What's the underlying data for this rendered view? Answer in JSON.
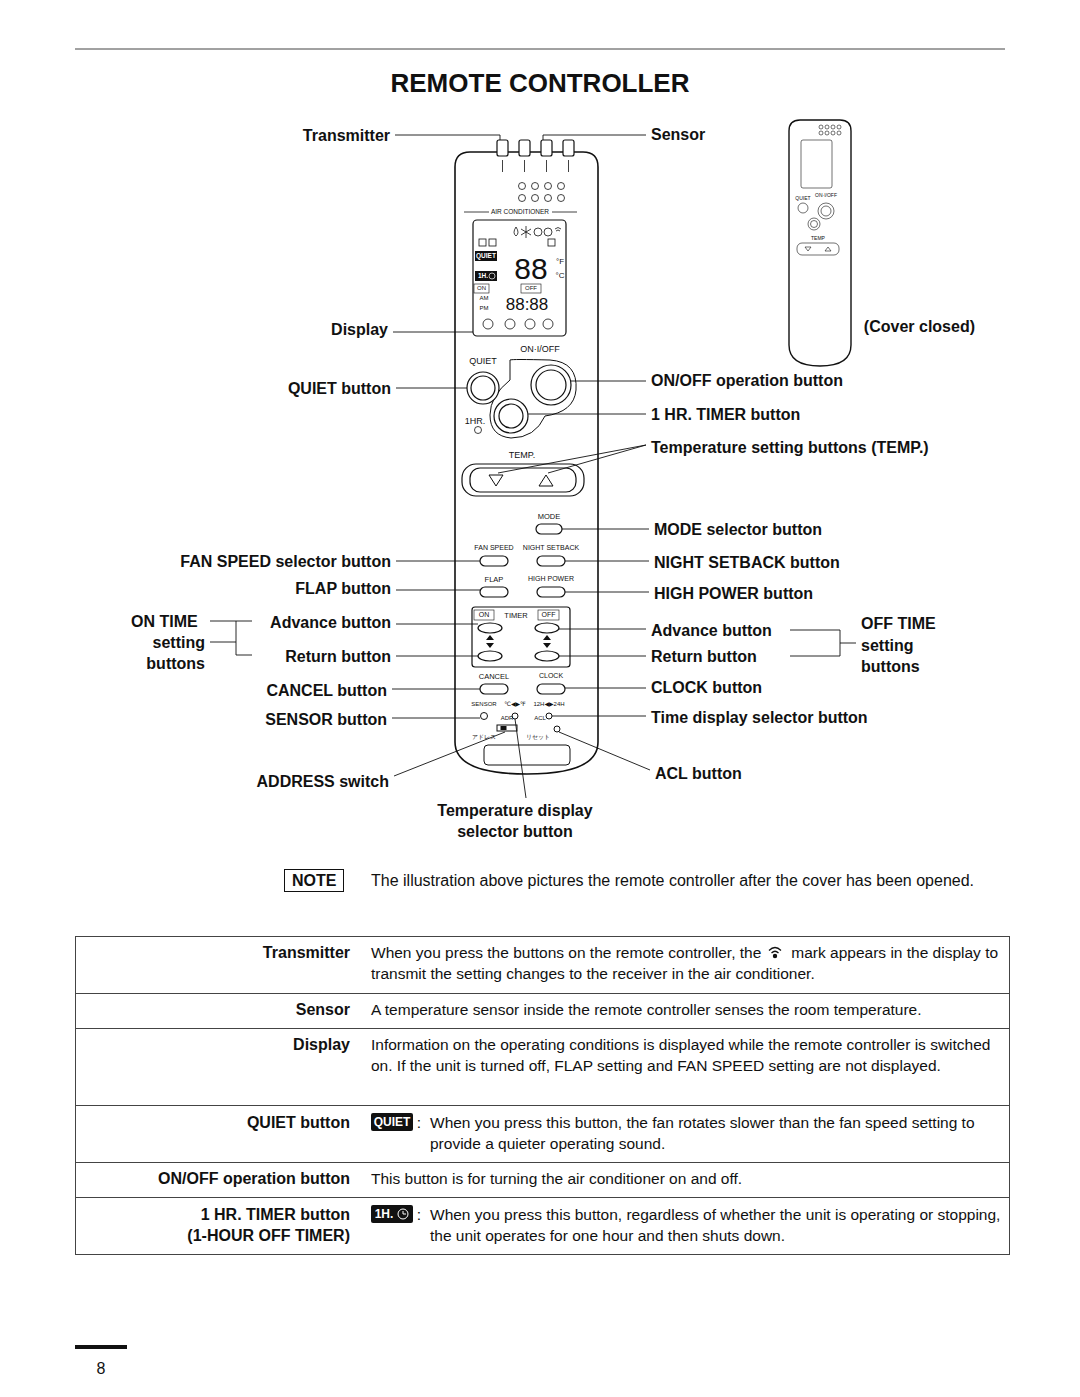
{
  "diagram": {
    "title": "REMOTE CONTROLLER",
    "nodes": [
      {
        "text": [
          "NOTE"
        ]
      }
    ],
    "labels": [
      "Transmitter",
      "Sensor",
      "Display",
      "(Cover closed)",
      "QUIET button",
      "ON/OFF operation button",
      "1 HR. TIMER button",
      "Temperature setting buttons (TEMP.)",
      "MODE selector button",
      "FAN SPEED selector button",
      "NIGHT SETBACK button",
      "FLAP button",
      "HIGH POWER button",
      "ON TIME",
      "setting",
      "buttons",
      "Advance button",
      "Return button",
      "Advance button",
      "Return button",
      "OFF TIME",
      "setting",
      "buttons",
      "CANCEL button",
      "CLOCK button",
      "SENSOR button",
      "Time display selector button",
      "ADDRESS switch",
      "ACL button",
      "Temperature display selector button",
      "The illustration above pictures the remote controller after the cover has been opened.",
      "Transmitter",
      "When you press the buttons on the remote controller, the",
      "mark appears in the display to transmit the setting changes to the receiver in the air conditioner.",
      "Sensor",
      "A temperature sensor inside the remote controller senses the room temperature.",
      "Display",
      "Information on the operating conditions is displayed while the remote controller is switched on. If the unit is turned off, FLAP setting and FAN SPEED setting are not displayed.",
      "QUIET button",
      "QUIET",
      ":",
      "When you press this button, the fan rotates slower than the fan speed setting to provide a quieter operating sound.",
      "ON/OFF operation button",
      "This button is for turning the air conditioner on and off.",
      "1 HR. TIMER button",
      "(1-HOUR OFF TIMER)",
      "1H.",
      ":",
      "When you press this button, regardless of whether the unit is operating or stopping, the unit operates for one hour and then shuts down.",
      "8",
      "AIR CONDITIONER",
      "QUIET",
      "1H.",
      "88",
      "°F",
      "°C",
      "ON",
      "OFF",
      "AM",
      "PM",
      "88:88",
      "ON·I/OFF",
      "QUIET",
      "1HR.",
      "TEMP.",
      "MODE",
      "FAN SPEED",
      "NIGHT SETBACK",
      "FLAP",
      "HIGH POWER",
      "ON",
      "TIMER",
      "OFF",
      "CANCEL",
      "CLOCK",
      "SENSOR",
      "℃◀▶℉",
      "12H◀▶24H",
      "ADR",
      "ACL",
      "アドレス",
      "リセット",
      "QUIET",
      "ON·I/OFF",
      "TEMP"
    ]
  }
}
